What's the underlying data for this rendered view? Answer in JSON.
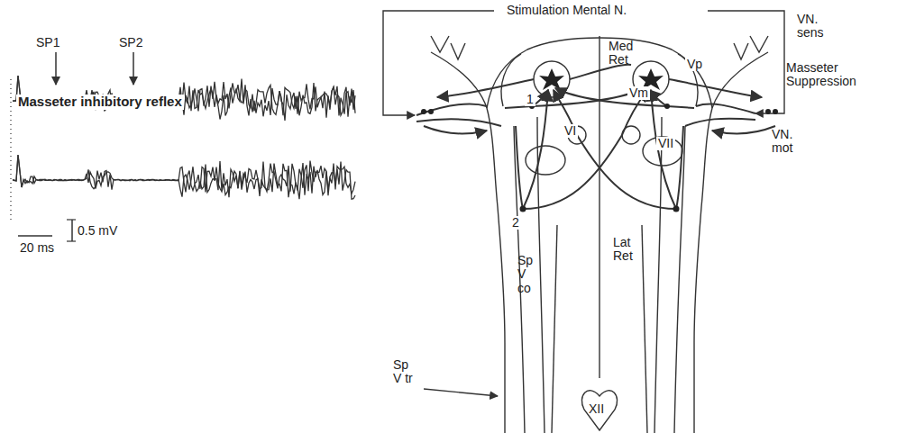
{
  "diagram": {
    "labels": [
      "Masseter inhibitory reflex",
      "SP1",
      "SP2",
      "0.5 mV",
      "20 ms",
      "Stimulation Mental N.",
      "VN. sens",
      "Med Ret",
      "Vp",
      "Vm",
      "Masseter Suppression",
      "VN. mot",
      "VI",
      "VII",
      "1",
      "2",
      "Sp V co",
      "Lat Ret",
      "XII",
      "Sp V tr"
    ]
  }
}
